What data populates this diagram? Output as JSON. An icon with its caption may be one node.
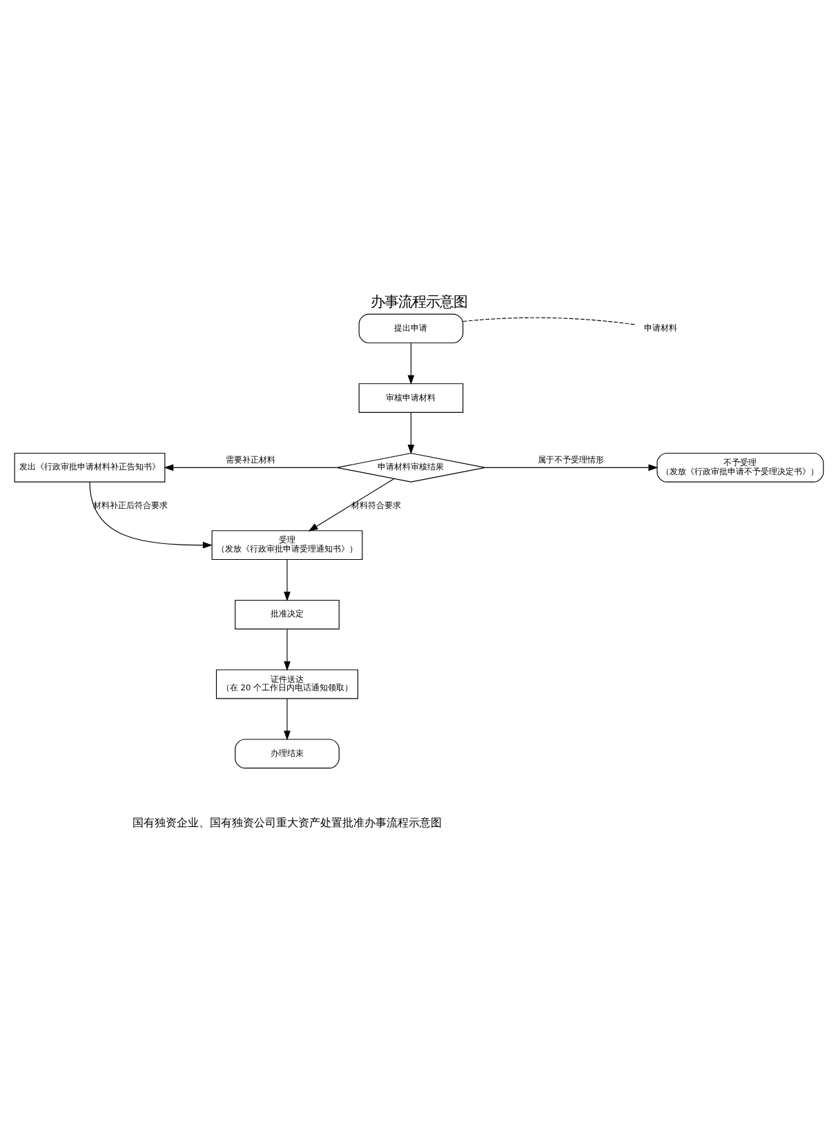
{
  "diagram": {
    "title": "办事流程示意图",
    "caption": "国有独资企业、国有独资公司重大资产处置批准办事流程示意图",
    "nodes": [
      {
        "text": [
          "提出申请"
        ]
      },
      {
        "text": [
          "申请材料"
        ]
      },
      {
        "text": [
          "审核申请材料"
        ]
      },
      {
        "text": [
          "申请材料审核结果"
        ]
      },
      {
        "text": [
          "发出《行政审批申请材料补正告知书》"
        ]
      },
      {
        "text": [
          "不予受理",
          "（发放《行政审批申请不予受理决定书》）"
        ]
      },
      {
        "text": [
          "受理",
          "（发放《行政审批申请受理通知书》）"
        ]
      },
      {
        "text": [
          "批准决定"
        ]
      },
      {
        "text": [
          "证件送达",
          "（在 20 个工作日内电话通知领取）"
        ]
      },
      {
        "text": [
          "办理结束"
        ]
      }
    ],
    "edges": [
      {
        "from": 0,
        "to": 1,
        "arrow": "none",
        "style": "dashed"
      },
      {
        "from": 0,
        "to": 2,
        "arrow": "to"
      },
      {
        "from": 2,
        "to": 3,
        "arrow": "to"
      },
      {
        "from": 3,
        "to": 4,
        "arrow": "to",
        "label": "需要补正材料"
      },
      {
        "from": 3,
        "to": 5,
        "arrow": "to",
        "label": "属于不予受理情形"
      },
      {
        "from": 3,
        "to": 6,
        "arrow": "to",
        "label": "材料符合要求"
      },
      {
        "from": 4,
        "to": 6,
        "arrow": "to",
        "label": "材料补正后符合要求"
      },
      {
        "from": 6,
        "to": 7,
        "arrow": "to"
      },
      {
        "from": 7,
        "to": 8,
        "arrow": "to"
      },
      {
        "from": 8,
        "to": 9,
        "arrow": "to"
      }
    ]
  }
}
